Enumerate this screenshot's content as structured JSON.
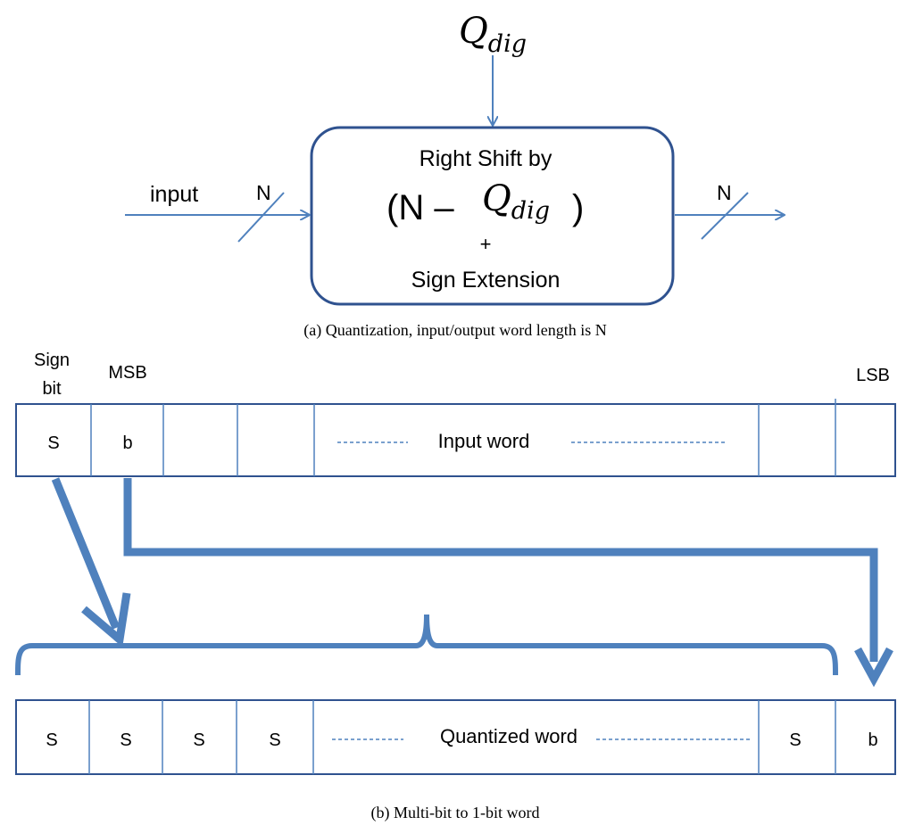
{
  "part_a": {
    "top_input_label": {
      "main": "Q",
      "sub": "dig"
    },
    "block": {
      "line1": "Right Shift by",
      "line2_prefix": "(N –",
      "line2_math": {
        "main": "Q",
        "sub": "dig"
      },
      "line2_suffix": ")",
      "line3": "+",
      "line4": "Sign Extension"
    },
    "input_label": "input",
    "input_width_label": "N",
    "output_width_label": "N",
    "caption": "(a)  Quantization, input/output word length is N"
  },
  "part_b": {
    "labels": {
      "sign_bit_line1": "Sign",
      "sign_bit_line2": "bit",
      "msb": "MSB",
      "lsb": "LSB"
    },
    "input_word": {
      "cells": [
        "S",
        "b",
        "",
        "",
        "",
        ""
      ],
      "center_label": "Input word"
    },
    "quantized_word": {
      "cells": [
        "S",
        "S",
        "S",
        "S",
        "S",
        "b"
      ],
      "center_label": "Quantized word"
    },
    "caption": "(b) Multi-bit to 1-bit word"
  },
  "colors": {
    "accent": "#4f81bd",
    "box_stroke": "#2f528f",
    "text": "#000000"
  }
}
